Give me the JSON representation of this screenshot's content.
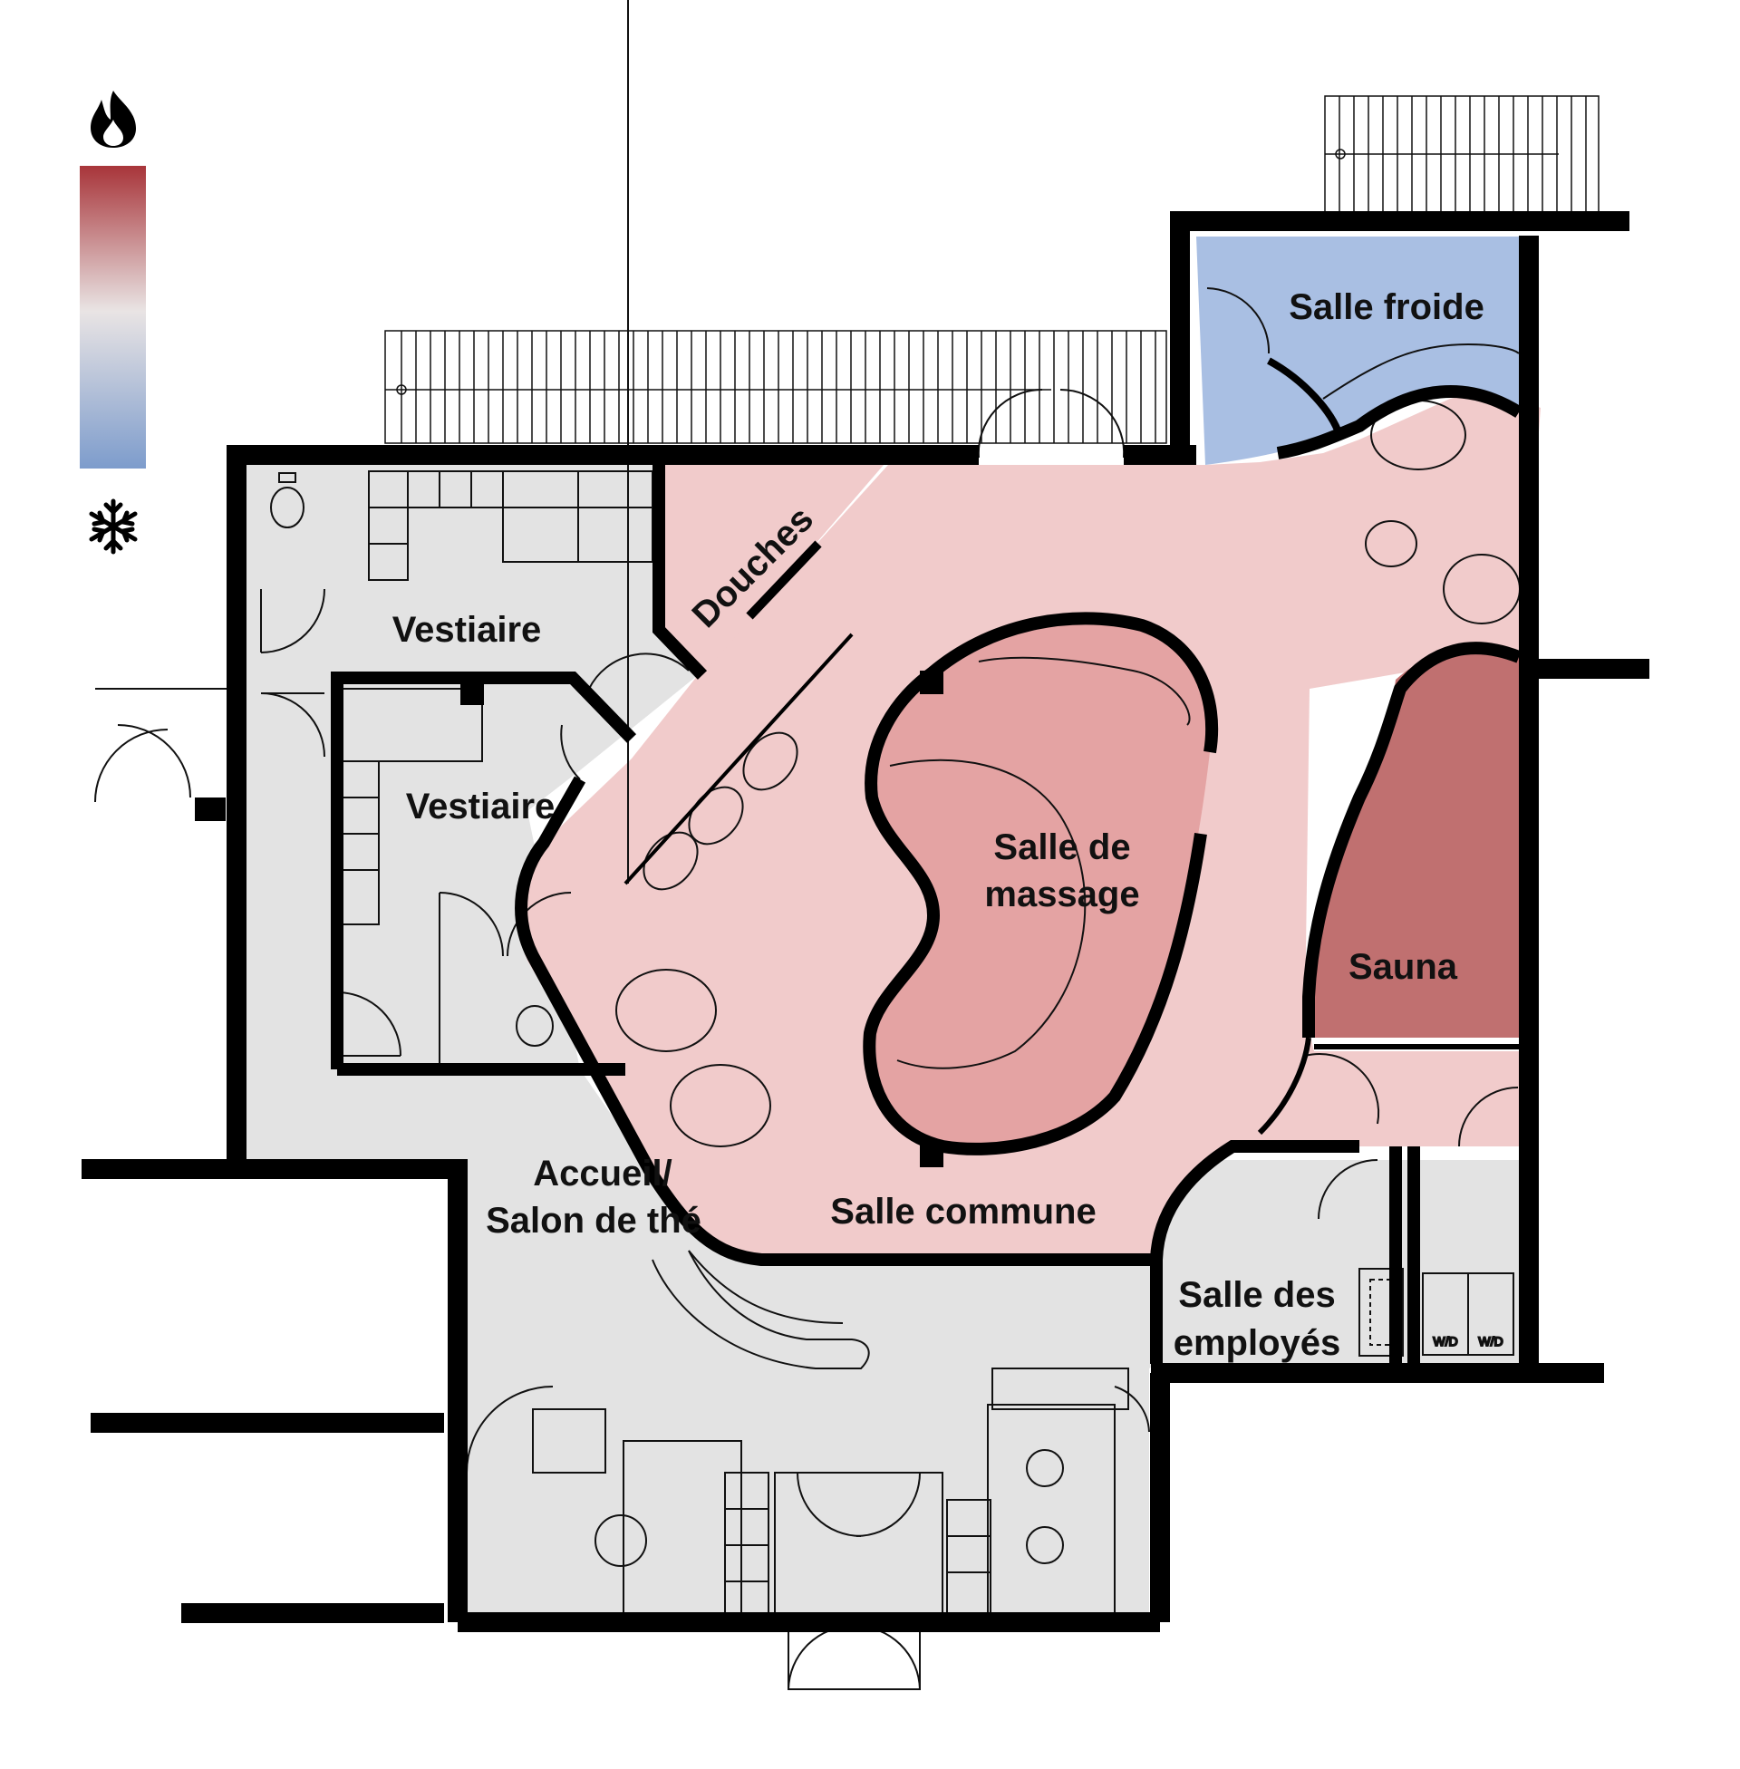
{
  "legend": {
    "hot_icon": "flame-icon",
    "cold_icon": "snowflake-icon",
    "gradient_colors": [
      "#a8353a",
      "#e9e4e4",
      "#7d9ccc"
    ]
  },
  "colors": {
    "corridor": "#e3e3e3",
    "common": "#f1cbcb",
    "massage": "#e4a3a3",
    "sauna": "#c07070",
    "cold": "#a9bfe3",
    "wall": "#000000"
  },
  "rooms": {
    "salle_froide": "Salle froide",
    "douches": "Douches",
    "vestiaire_1": "Vestiaire",
    "vestiaire_2": "Vestiaire",
    "salle_massage_1": "Salle de",
    "salle_massage_2": "massage",
    "sauna": "Sauna",
    "accueil_1": "Accueil/",
    "accueil_2": "Salon de thé",
    "salle_commune": "Salle commune",
    "employes_1": "Salle des",
    "employes_2": "employés"
  },
  "appliances": {
    "wd_1": "W/D",
    "wd_2": "W/D"
  }
}
